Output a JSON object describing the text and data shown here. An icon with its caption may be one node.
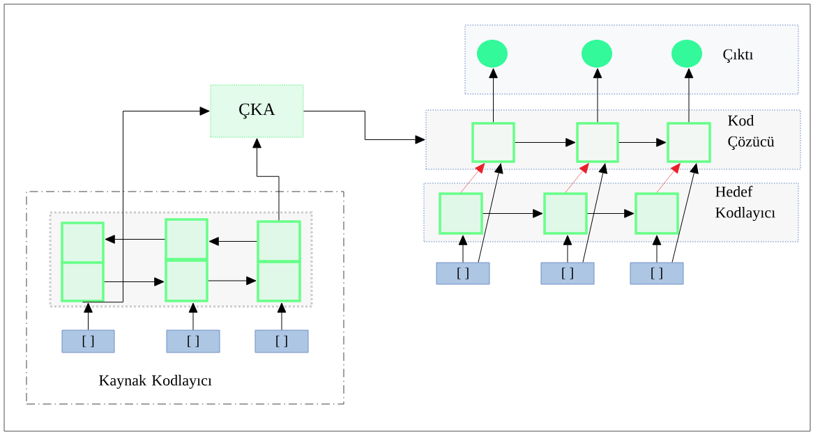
{
  "diagram": {
    "nodes": [
      {
        "text": [
          "Kaynak Kodlayıcı"
        ]
      },
      {
        "text": [],
        "shape": "box",
        "in": 0
      },
      {
        "text": [],
        "shape": "box",
        "in": 1
      },
      {
        "text": [],
        "shape": "box",
        "in": 1
      },
      {
        "text": [],
        "shape": "box",
        "in": 1
      },
      {
        "text": [],
        "shape": "box",
        "in": 1
      },
      {
        "text": [],
        "shape": "box",
        "in": 1
      },
      {
        "text": [],
        "shape": "box",
        "in": 1
      },
      {
        "text": [
          "[ ]"
        ],
        "in": 0
      },
      {
        "text": [
          "[ ]"
        ],
        "in": 0
      },
      {
        "text": [
          "[ ]"
        ],
        "in": 0
      },
      {
        "text": [
          "ÇKA"
        ]
      },
      {
        "text": [
          "Çıktı"
        ]
      },
      {
        "text": [],
        "shape": "circle",
        "in": 12
      },
      {
        "text": [],
        "shape": "circle",
        "in": 12
      },
      {
        "text": [],
        "shape": "circle",
        "in": 12
      },
      {
        "text": [
          "Kod Çözücü"
        ]
      },
      {
        "text": [],
        "shape": "box",
        "in": 16
      },
      {
        "text": [],
        "shape": "box",
        "in": 16
      },
      {
        "text": [],
        "shape": "box",
        "in": 16
      },
      {
        "text": [
          "Hedef Kodlayıcı"
        ]
      },
      {
        "text": [],
        "shape": "box",
        "in": 20
      },
      {
        "text": [],
        "shape": "box",
        "in": 20
      },
      {
        "text": [],
        "shape": "box",
        "in": 20
      },
      {
        "text": [
          "[ ]"
        ]
      },
      {
        "text": [
          "[ ]"
        ]
      },
      {
        "text": [
          "[ ]"
        ]
      }
    ],
    "edges": [
      {
        "from": 4,
        "to": 3,
        "arrow": "to"
      },
      {
        "from": 3,
        "to": 2,
        "arrow": "to"
      },
      {
        "from": 5,
        "to": 6,
        "arrow": "to"
      },
      {
        "from": 6,
        "to": 7,
        "arrow": "to"
      },
      {
        "from": 8,
        "to": 5,
        "arrow": "to"
      },
      {
        "from": 9,
        "to": 6,
        "arrow": "to"
      },
      {
        "from": 10,
        "to": 7,
        "arrow": "to"
      },
      {
        "from": 5,
        "to": 11,
        "arrow": "to"
      },
      {
        "from": 4,
        "to": 11,
        "arrow": "to"
      },
      {
        "from": 11,
        "to": 16,
        "arrow": "to"
      },
      {
        "from": 17,
        "to": 18,
        "arrow": "to"
      },
      {
        "from": 18,
        "to": 19,
        "arrow": "to"
      },
      {
        "from": 17,
        "to": 13,
        "arrow": "to"
      },
      {
        "from": 18,
        "to": 14,
        "arrow": "to"
      },
      {
        "from": 19,
        "to": 15,
        "arrow": "to"
      },
      {
        "from": 21,
        "to": 22,
        "arrow": "to"
      },
      {
        "from": 22,
        "to": 23,
        "arrow": "to"
      },
      {
        "from": 24,
        "to": 21,
        "arrow": "to"
      },
      {
        "from": 25,
        "to": 22,
        "arrow": "to"
      },
      {
        "from": 26,
        "to": 23,
        "arrow": "to"
      },
      {
        "from": 21,
        "to": 17,
        "arrow": "to",
        "color": "#e8202a"
      },
      {
        "from": 22,
        "to": 18,
        "arrow": "to",
        "color": "#e8202a"
      },
      {
        "from": 23,
        "to": 19,
        "arrow": "to",
        "color": "#e8202a"
      },
      {
        "from": 24,
        "to": 17,
        "arrow": "to"
      },
      {
        "from": 25,
        "to": 18,
        "arrow": "to"
      },
      {
        "from": 26,
        "to": 19,
        "arrow": "to"
      }
    ]
  }
}
